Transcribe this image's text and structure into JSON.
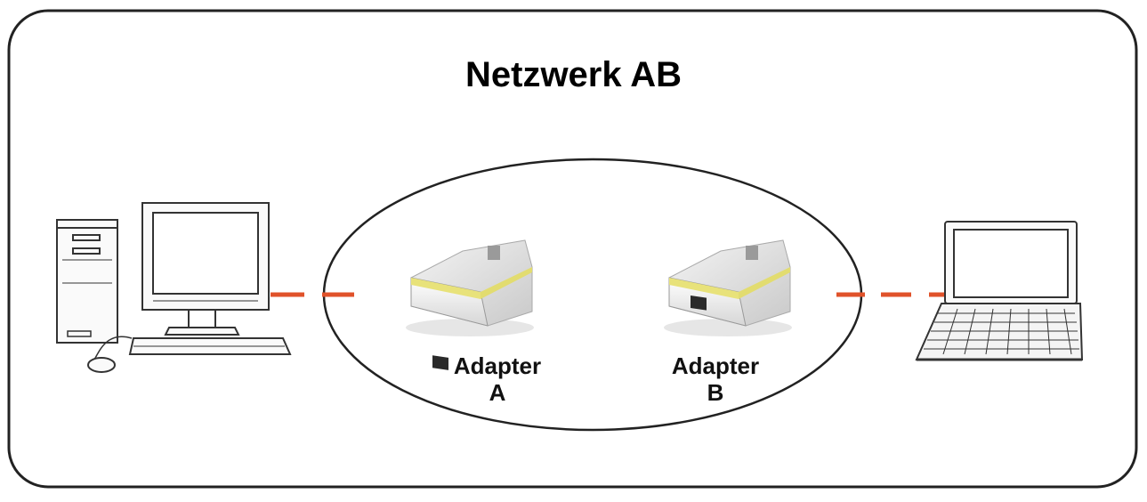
{
  "diagram": {
    "title": "Netzwerk AB",
    "adapters": [
      {
        "name": "Adapter",
        "letter": "A"
      },
      {
        "name": "Adapter",
        "letter": "B"
      }
    ],
    "devices": [
      "desktop-computer-icon",
      "laptop-icon",
      "powerline-adapter-icon"
    ],
    "colors": {
      "frame": "#222222",
      "link": "#e0522a",
      "adapter_stripe": "#e8e27a",
      "icon_stroke": "#333333"
    }
  }
}
